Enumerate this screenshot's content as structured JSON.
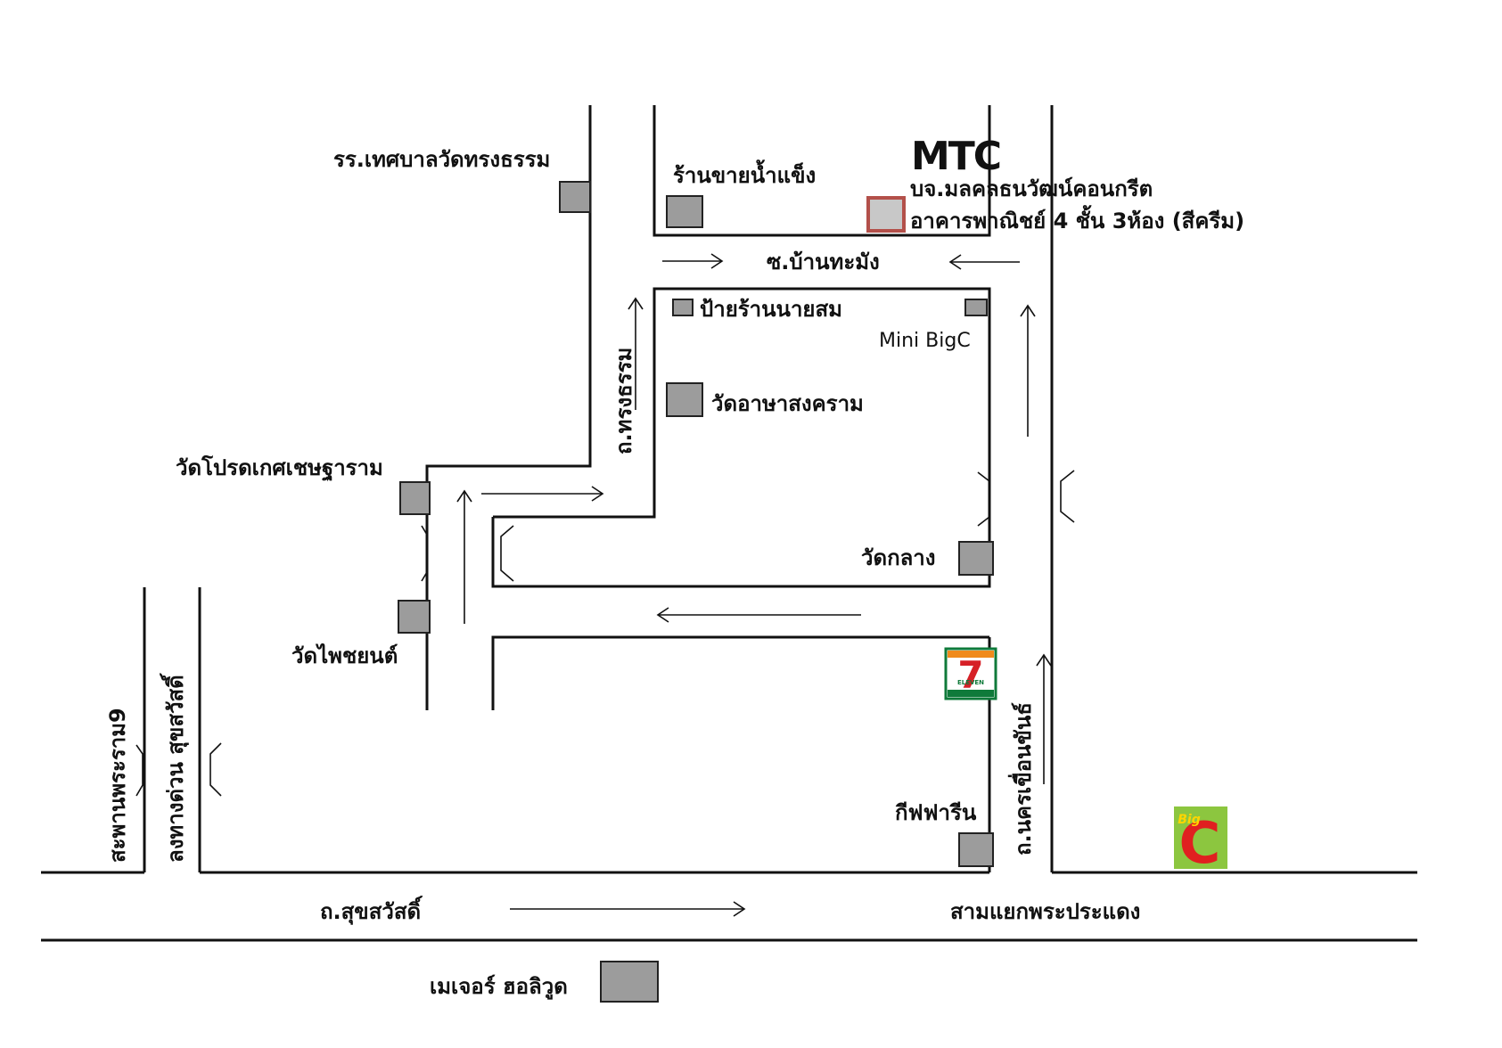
{
  "roads": {
    "sukhumvit_main": "ถ.สุขสวัสดิ์",
    "intersection": "สามแยกพระประแดง",
    "soi_ban_thamang": "ซ.บ้านทะมัง",
    "song_tham": "ถ.ทรงธรรม",
    "nakhon_khuean_khan": "ถ.นครเขื่อนขันธ์",
    "rama9_bridge": "สะพานพระราม9",
    "expressway_exit": "ลงทางด่วน สุขสวัสดิ์"
  },
  "places": {
    "school": "รร.เทศบาลวัดทรงธรรม",
    "ice_shop": "ร้านขายน้ำแข็ง",
    "company_name": "บจ.มลคลธนวัฒน์คอนกรีต",
    "company_building": "อาคารพาณิชย์ 4 ชั้น 3ห้อง (สีครีม)",
    "nai_som_sign": "ป้ายร้านนายสม",
    "mini_bigc": "Mini BigC",
    "wat_asa": "วัดอาษาสงคราม",
    "wat_prot": "วัดโปรดเกศเชษฐาราม",
    "wat_klang": "วัดกลาง",
    "wat_phai": "วัดไพชยนต์",
    "fairy": "กีฟฟารีน",
    "major": "เมเจอร์ ฮอลิวูด"
  },
  "logos": {
    "mtc": "MTC",
    "seven_eleven": "7",
    "seven_eleven_sub": "ELEVEN",
    "bigc_big": "Big",
    "bigc_c": "C"
  },
  "colors": {
    "building": "#9c9c9c",
    "target_building": "#c8c8c8",
    "target_border": "#b3504a",
    "mtc_blue": "#1b2a78",
    "seven_green": "#0f7a3a",
    "seven_orange": "#f08a1c",
    "seven_red": "#d62027",
    "bigc_green": "#8cc63f",
    "bigc_red": "#e02020",
    "bigc_yellow": "#ffd500"
  }
}
